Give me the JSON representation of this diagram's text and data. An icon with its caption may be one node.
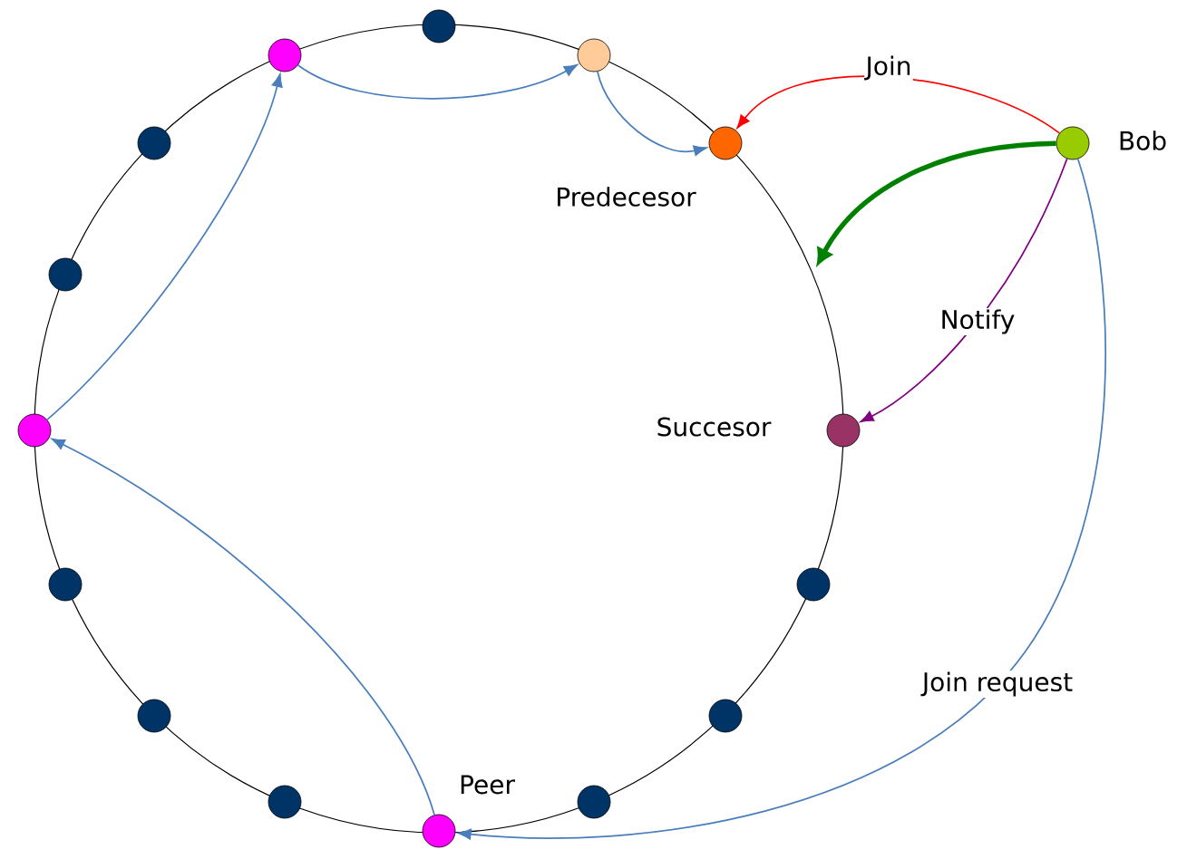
{
  "diagram": {
    "nodes": [
      {
        "text": [],
        "shape": "circle"
      },
      {
        "text": [],
        "shape": "circle"
      },
      {
        "text": [],
        "shape": "circle"
      },
      {
        "text": [],
        "shape": "circle",
        "beside": [
          "Predecesor"
        ]
      },
      {
        "text": [],
        "shape": "circle"
      },
      {
        "text": [],
        "shape": "circle",
        "beside": [
          "Bob"
        ]
      },
      {
        "text": [],
        "shape": "circle"
      },
      {
        "text": [],
        "shape": "circle"
      },
      {
        "text": [],
        "shape": "circle",
        "beside": [
          "Succesor"
        ]
      },
      {
        "text": [],
        "shape": "circle"
      },
      {
        "text": [],
        "shape": "circle"
      },
      {
        "text": [],
        "shape": "circle"
      },
      {
        "text": [],
        "shape": "circle"
      },
      {
        "text": [],
        "shape": "circle"
      },
      {
        "text": [],
        "shape": "circle"
      },
      {
        "text": [],
        "shape": "circle",
        "beside": [
          "Peer"
        ]
      }
    ],
    "edges": [
      {
        "from": 15,
        "to": 7,
        "arrow": "to"
      },
      {
        "from": 7,
        "to": 1,
        "arrow": "to"
      },
      {
        "from": 1,
        "to": 2,
        "arrow": "to"
      },
      {
        "from": 2,
        "to": 3,
        "arrow": "to"
      },
      {
        "from": 5,
        "to": 3,
        "arrow": "to",
        "label": "Join",
        "color": "#ff0000"
      },
      {
        "from": 5,
        "to": null,
        "arrow": "to",
        "style": "thick",
        "color": "#008000"
      },
      {
        "from": 5,
        "to": 8,
        "arrow": "to",
        "label": "Notify",
        "color": "#800080"
      },
      {
        "from": 5,
        "to": 15,
        "arrow": "to",
        "label": "Join request"
      }
    ]
  }
}
